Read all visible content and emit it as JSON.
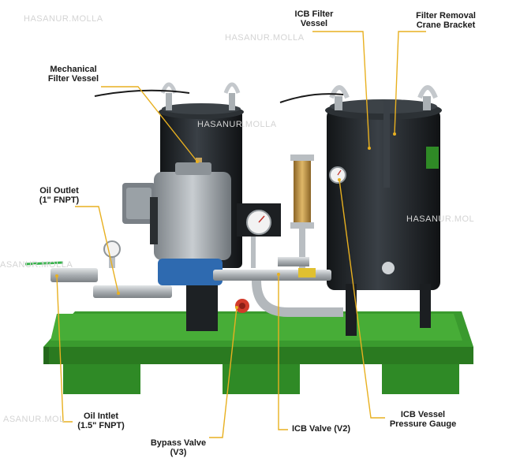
{
  "watermarks": [
    "HASANUR.MOLLA",
    "HASANUR.MOLLA",
    "HASANUR.MOLLA",
    "HASANUR.MOL",
    "ASANUR.MOLLA",
    "ASANUR.MOL"
  ],
  "labels": {
    "icb_filter_vessel": [
      "ICB Filter",
      "Vessel"
    ],
    "filter_removal_crane_bracket": [
      "Filter Removal",
      "Crane Bracket"
    ],
    "mechanical_filter_vessel": [
      "Mechanical",
      "Filter Vessel"
    ],
    "oil_outlet": [
      "Oil Outlet",
      "(1\" FNPT)"
    ],
    "oil_inlet": [
      "Oil Intlet",
      "(1.5\" FNPT)"
    ],
    "bypass_valve": [
      "Bypass Valve",
      "(V3)"
    ],
    "icb_valve": [
      "ICB Valve (V2)"
    ],
    "icb_vessel_pressure_gauge": [
      "ICB Vessel",
      "Pressure Gauge"
    ]
  },
  "colors": {
    "skid_green": "#3a9a2e",
    "skid_green_dark": "#2a7a20",
    "vessel_black": "#1f2326",
    "motor_grey": "#9aa1a6",
    "motor_blue": "#2e6ab0",
    "steel": "#b9bec2",
    "brass": "#c89a4a",
    "valve_red": "#d23a2a",
    "leader_yellow": "#e8b020"
  }
}
